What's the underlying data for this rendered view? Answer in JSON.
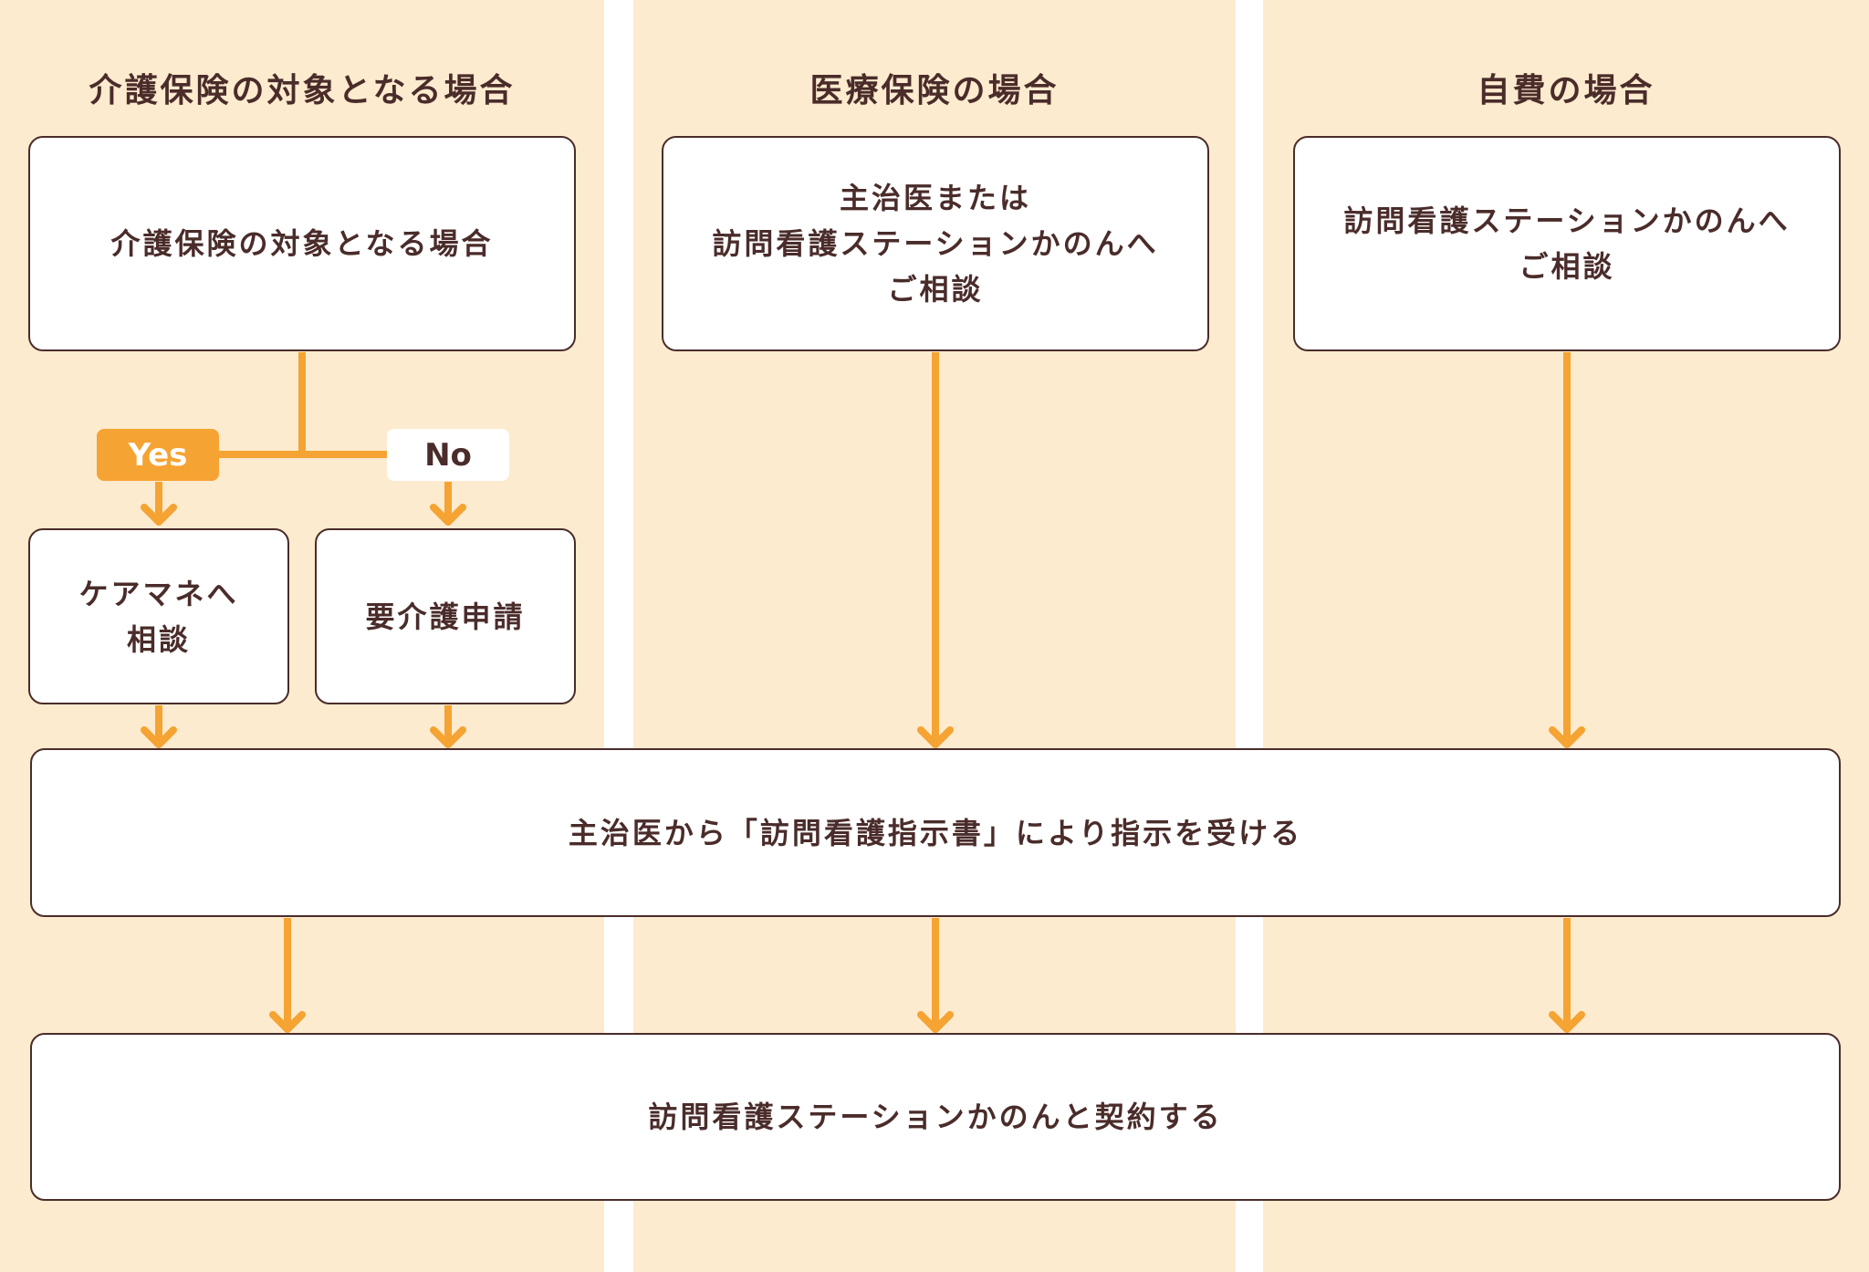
{
  "colors": {
    "background": "#fdebcf",
    "accent": "#f5a332",
    "text": "#4a2c2a",
    "box_fill": "#ffffff"
  },
  "columns": [
    {
      "header": "介護保険の対象となる場合"
    },
    {
      "header": "医療保険の場合"
    },
    {
      "header": "自費の場合"
    }
  ],
  "top_boxes": [
    {
      "text": "介護保険の対象となる場合"
    },
    {
      "text": "主治医または\n訪問看護ステーションかのんへ\nご相談"
    },
    {
      "text": "訪問看護ステーションかのんへ\nご相談"
    }
  ],
  "branch": {
    "yes_label": "Yes",
    "no_label": "No",
    "yes_box": "ケアマネへ\n相談",
    "no_box": "要介護申請"
  },
  "step_instruction": "主治医から「訪問看護指示書」により指示を受ける",
  "step_contract": "訪問看護ステーションかのんと契約する"
}
